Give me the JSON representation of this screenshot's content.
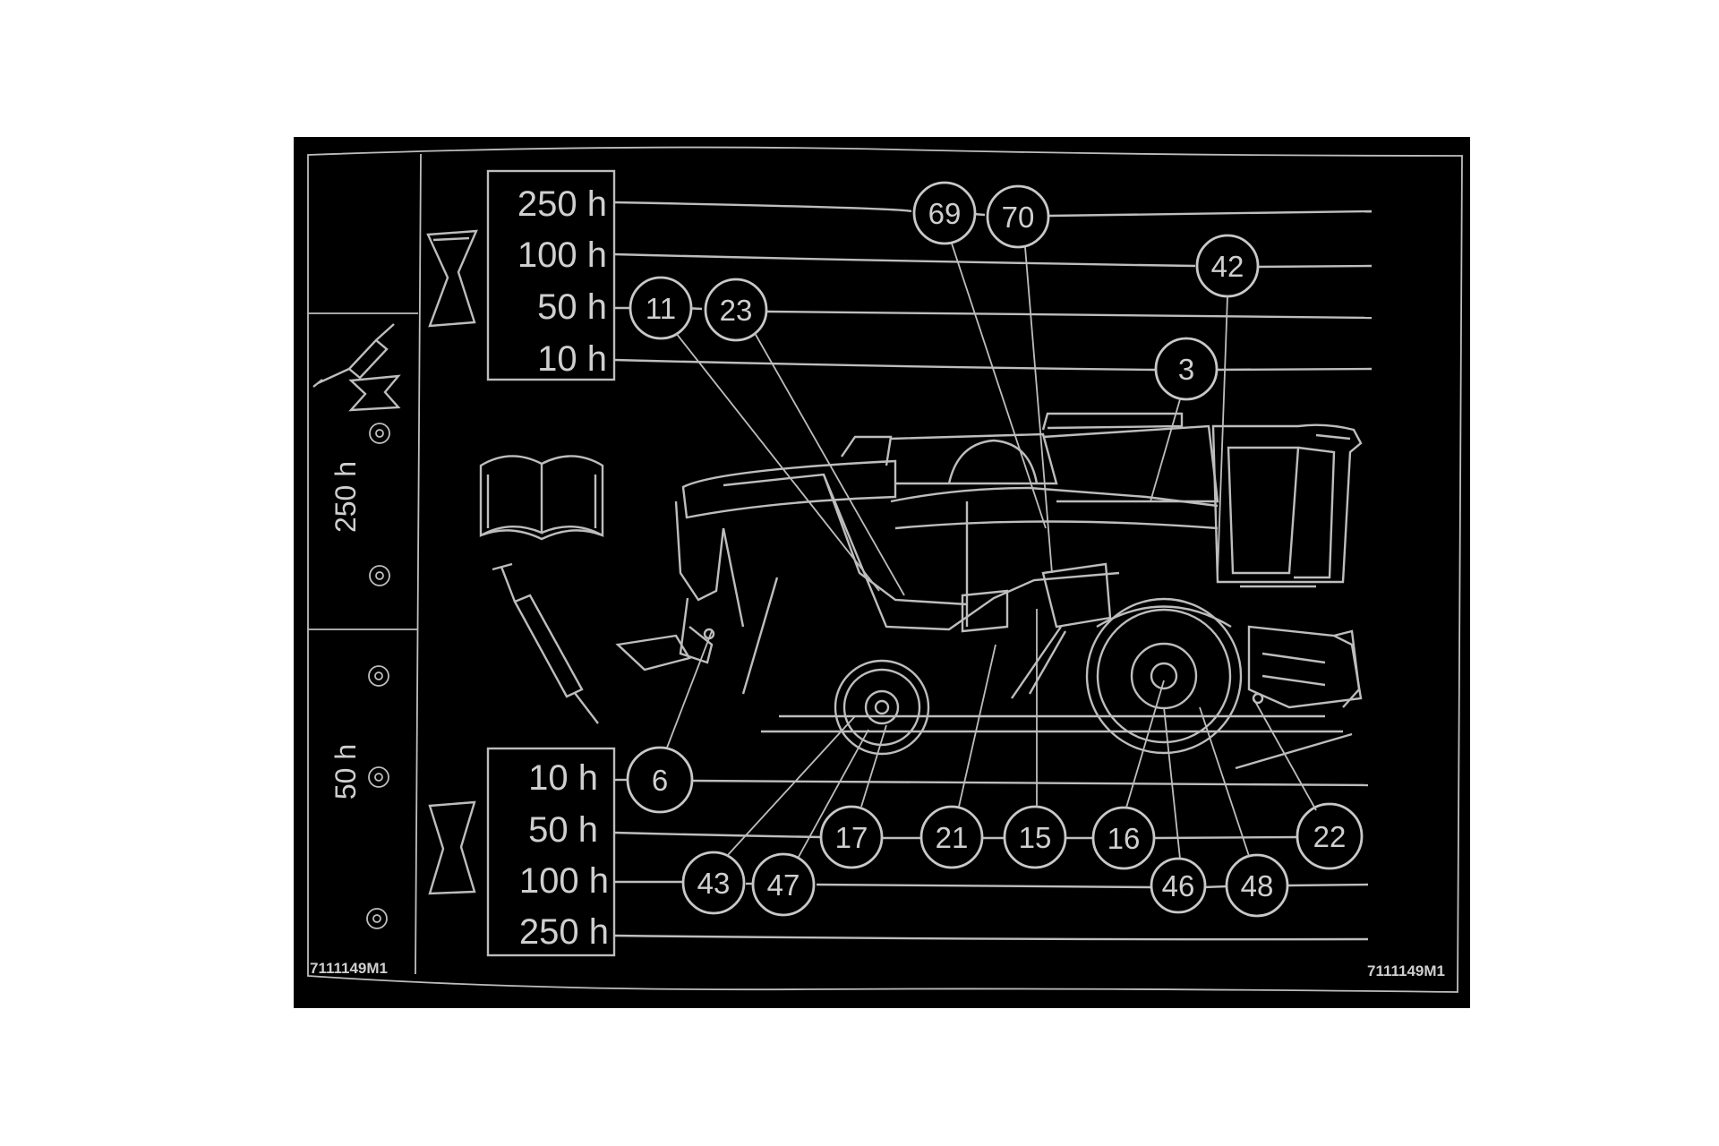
{
  "part_number": "7111149M1",
  "top_block": {
    "intervals": [
      "250 h",
      "100 h",
      "50 h",
      "10 h"
    ]
  },
  "bottom_block": {
    "intervals": [
      "10 h",
      "50 h",
      "100 h",
      "250 h"
    ]
  },
  "side_column": {
    "upper_label": "250 h",
    "lower_label": "50 h"
  },
  "callouts": {
    "c69": "69",
    "c70": "70",
    "c42": "42",
    "c11": "11",
    "c23": "23",
    "c3": "3",
    "c6": "6",
    "c17": "17",
    "c21": "21",
    "c15": "15",
    "c16": "16",
    "c22": "22",
    "c43": "43",
    "c47": "47",
    "c46": "46",
    "c48": "48"
  },
  "icons": [
    "hourglass-icon",
    "grease-gun-icon",
    "book-icon",
    "lubrication-point-icon"
  ],
  "colors": {
    "background": "#000000",
    "lines": "#bdbdbd",
    "page": "#ffffff"
  }
}
